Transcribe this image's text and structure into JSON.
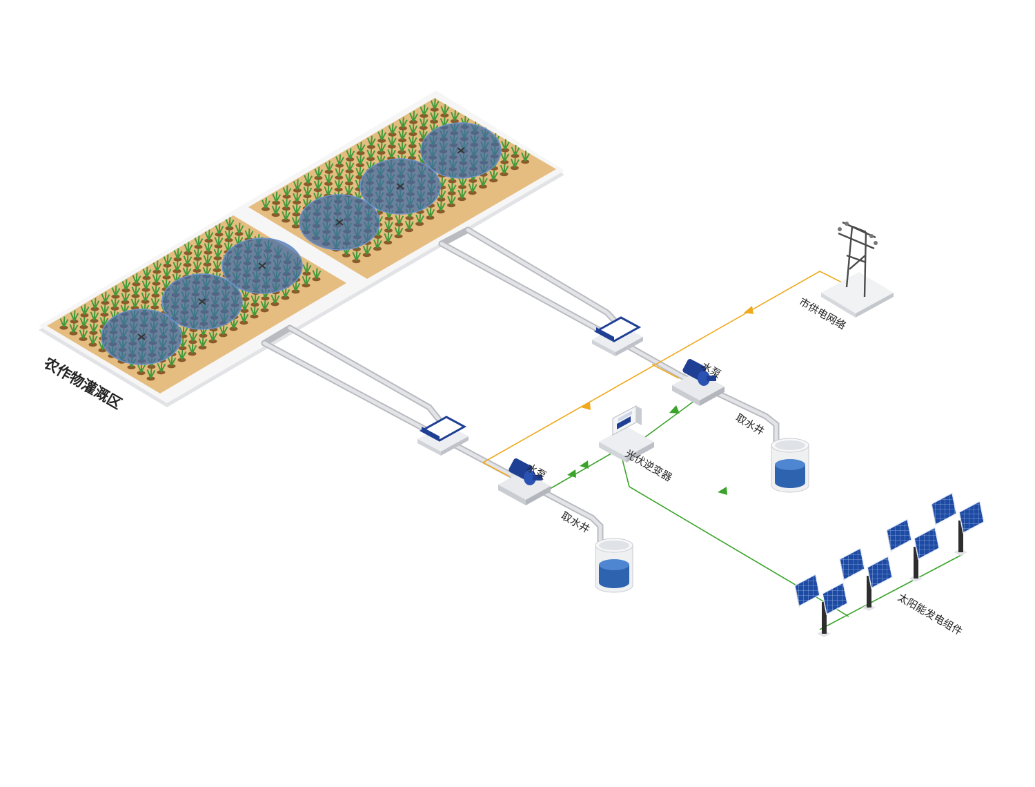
{
  "labels": {
    "irrigation_area": "农作物灌溉区",
    "pump_left": "水泵",
    "pump_right": "水泵",
    "well_left": "取水井",
    "well_right": "取水井",
    "inverter": "光伏逆变器",
    "grid": "市供电网络",
    "solar": "太阳能发电组件"
  },
  "colors": {
    "soil": "#e6bd80",
    "field_base": "#f3f3f3",
    "sprinkler_zone": "#3f6aa8",
    "pipe": "#c9cbd0",
    "grid_line": "#f0a81c",
    "pv_line": "#3aa32a",
    "pump_blue": "#1f3f95",
    "water": "#2e63b0",
    "panel_blue": "#1d4aa3"
  },
  "icons": [
    "crop-plant-icon",
    "sprinkler-icon",
    "valve-box-icon",
    "water-pump-icon",
    "water-well-icon",
    "inverter-icon",
    "power-tower-icon",
    "solar-panel-icon"
  ]
}
